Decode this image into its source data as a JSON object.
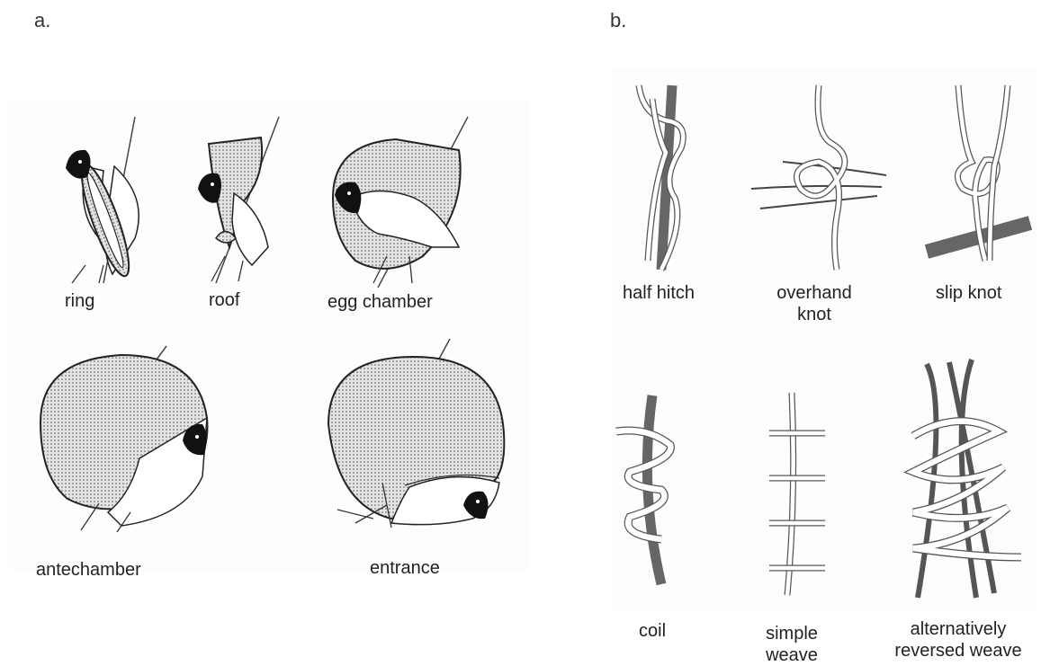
{
  "panel_a": {
    "letter": "a.",
    "stages": [
      {
        "label": "ring"
      },
      {
        "label": "roof"
      },
      {
        "label": "egg chamber"
      },
      {
        "label": "antechamber"
      },
      {
        "label": "entrance"
      }
    ]
  },
  "panel_b": {
    "letter": "b.",
    "techniques": [
      {
        "label": "half hitch"
      },
      {
        "label_line1": "overhand",
        "label_line2": "knot"
      },
      {
        "label": "slip knot"
      },
      {
        "label": "coil"
      },
      {
        "label_line1": "simple",
        "label_line2": "weave"
      },
      {
        "label_line1": "alternatively",
        "label_line2": "reversed weave"
      }
    ]
  },
  "colors": {
    "nest_fill": "#d9d9d9",
    "bird_head": "#111111",
    "stick": "#666666",
    "grass_outline": "#555555"
  }
}
